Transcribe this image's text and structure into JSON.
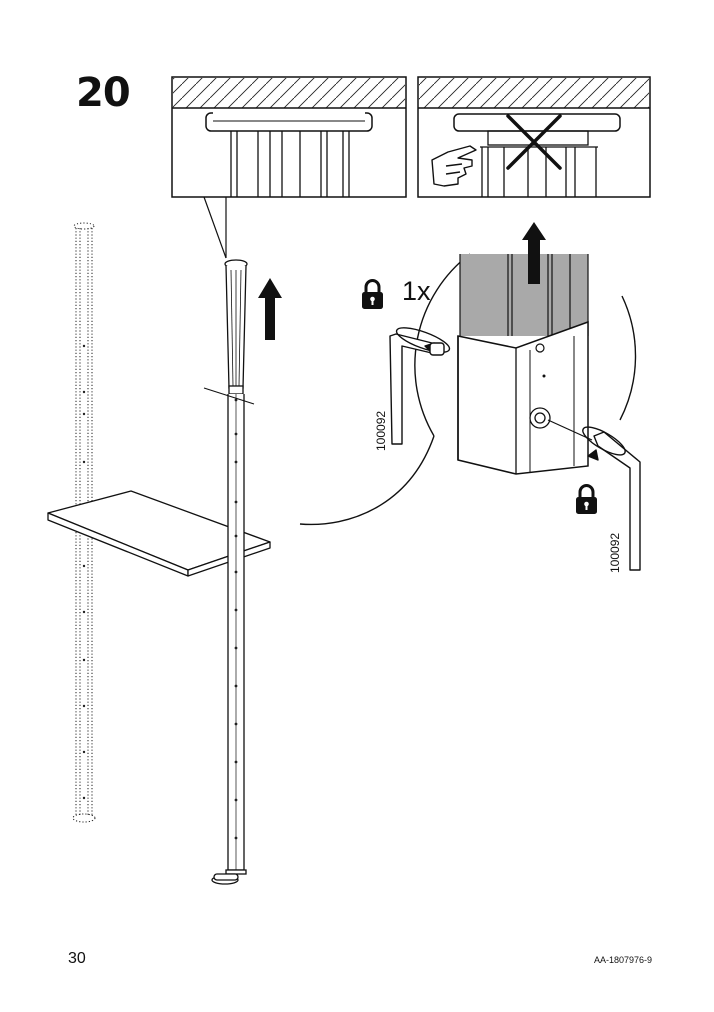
{
  "step": {
    "number": "20"
  },
  "callout": {
    "quantity": "1x"
  },
  "tool": {
    "part_id_left": "100092",
    "part_id_right": "100092"
  },
  "footer": {
    "page_number": "30",
    "document_code": "AA-1807976-9"
  },
  "icons": [
    "lock-icon",
    "up-arrow-icon",
    "cross-mark-icon",
    "hand-pointing-icon"
  ]
}
